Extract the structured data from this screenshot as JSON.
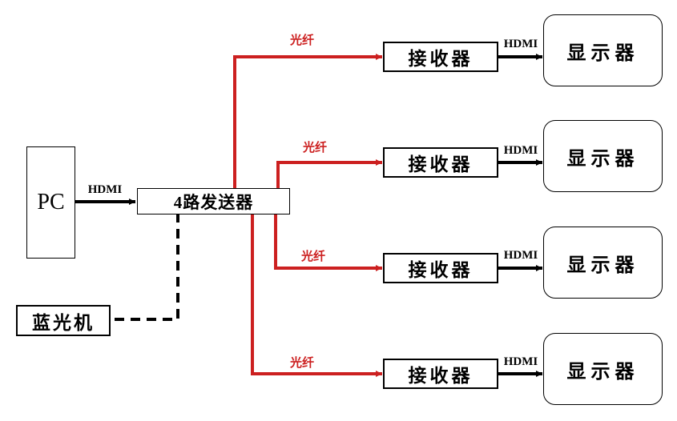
{
  "colors": {
    "fiber": "#cc2020",
    "cable": "#000000",
    "border": "#000000",
    "background": "#ffffff"
  },
  "nodes": {
    "pc": {
      "label": "PC"
    },
    "transmitter": {
      "label": "4路发送器"
    },
    "bluray_player": {
      "label": "蓝光机"
    },
    "receivers": [
      {
        "label": "接收器"
      },
      {
        "label": "接收器"
      },
      {
        "label": "接收器"
      },
      {
        "label": "接收器"
      }
    ],
    "displays": [
      {
        "label": "显示器"
      },
      {
        "label": "显示器"
      },
      {
        "label": "显示器"
      },
      {
        "label": "显示器"
      }
    ]
  },
  "edge_labels": {
    "hdmi": [
      "HDMI",
      "HDMI",
      "HDMI",
      "HDMI",
      "HDMI"
    ],
    "fiber": [
      "光纤",
      "光纤",
      "光纤",
      "光纤"
    ]
  }
}
